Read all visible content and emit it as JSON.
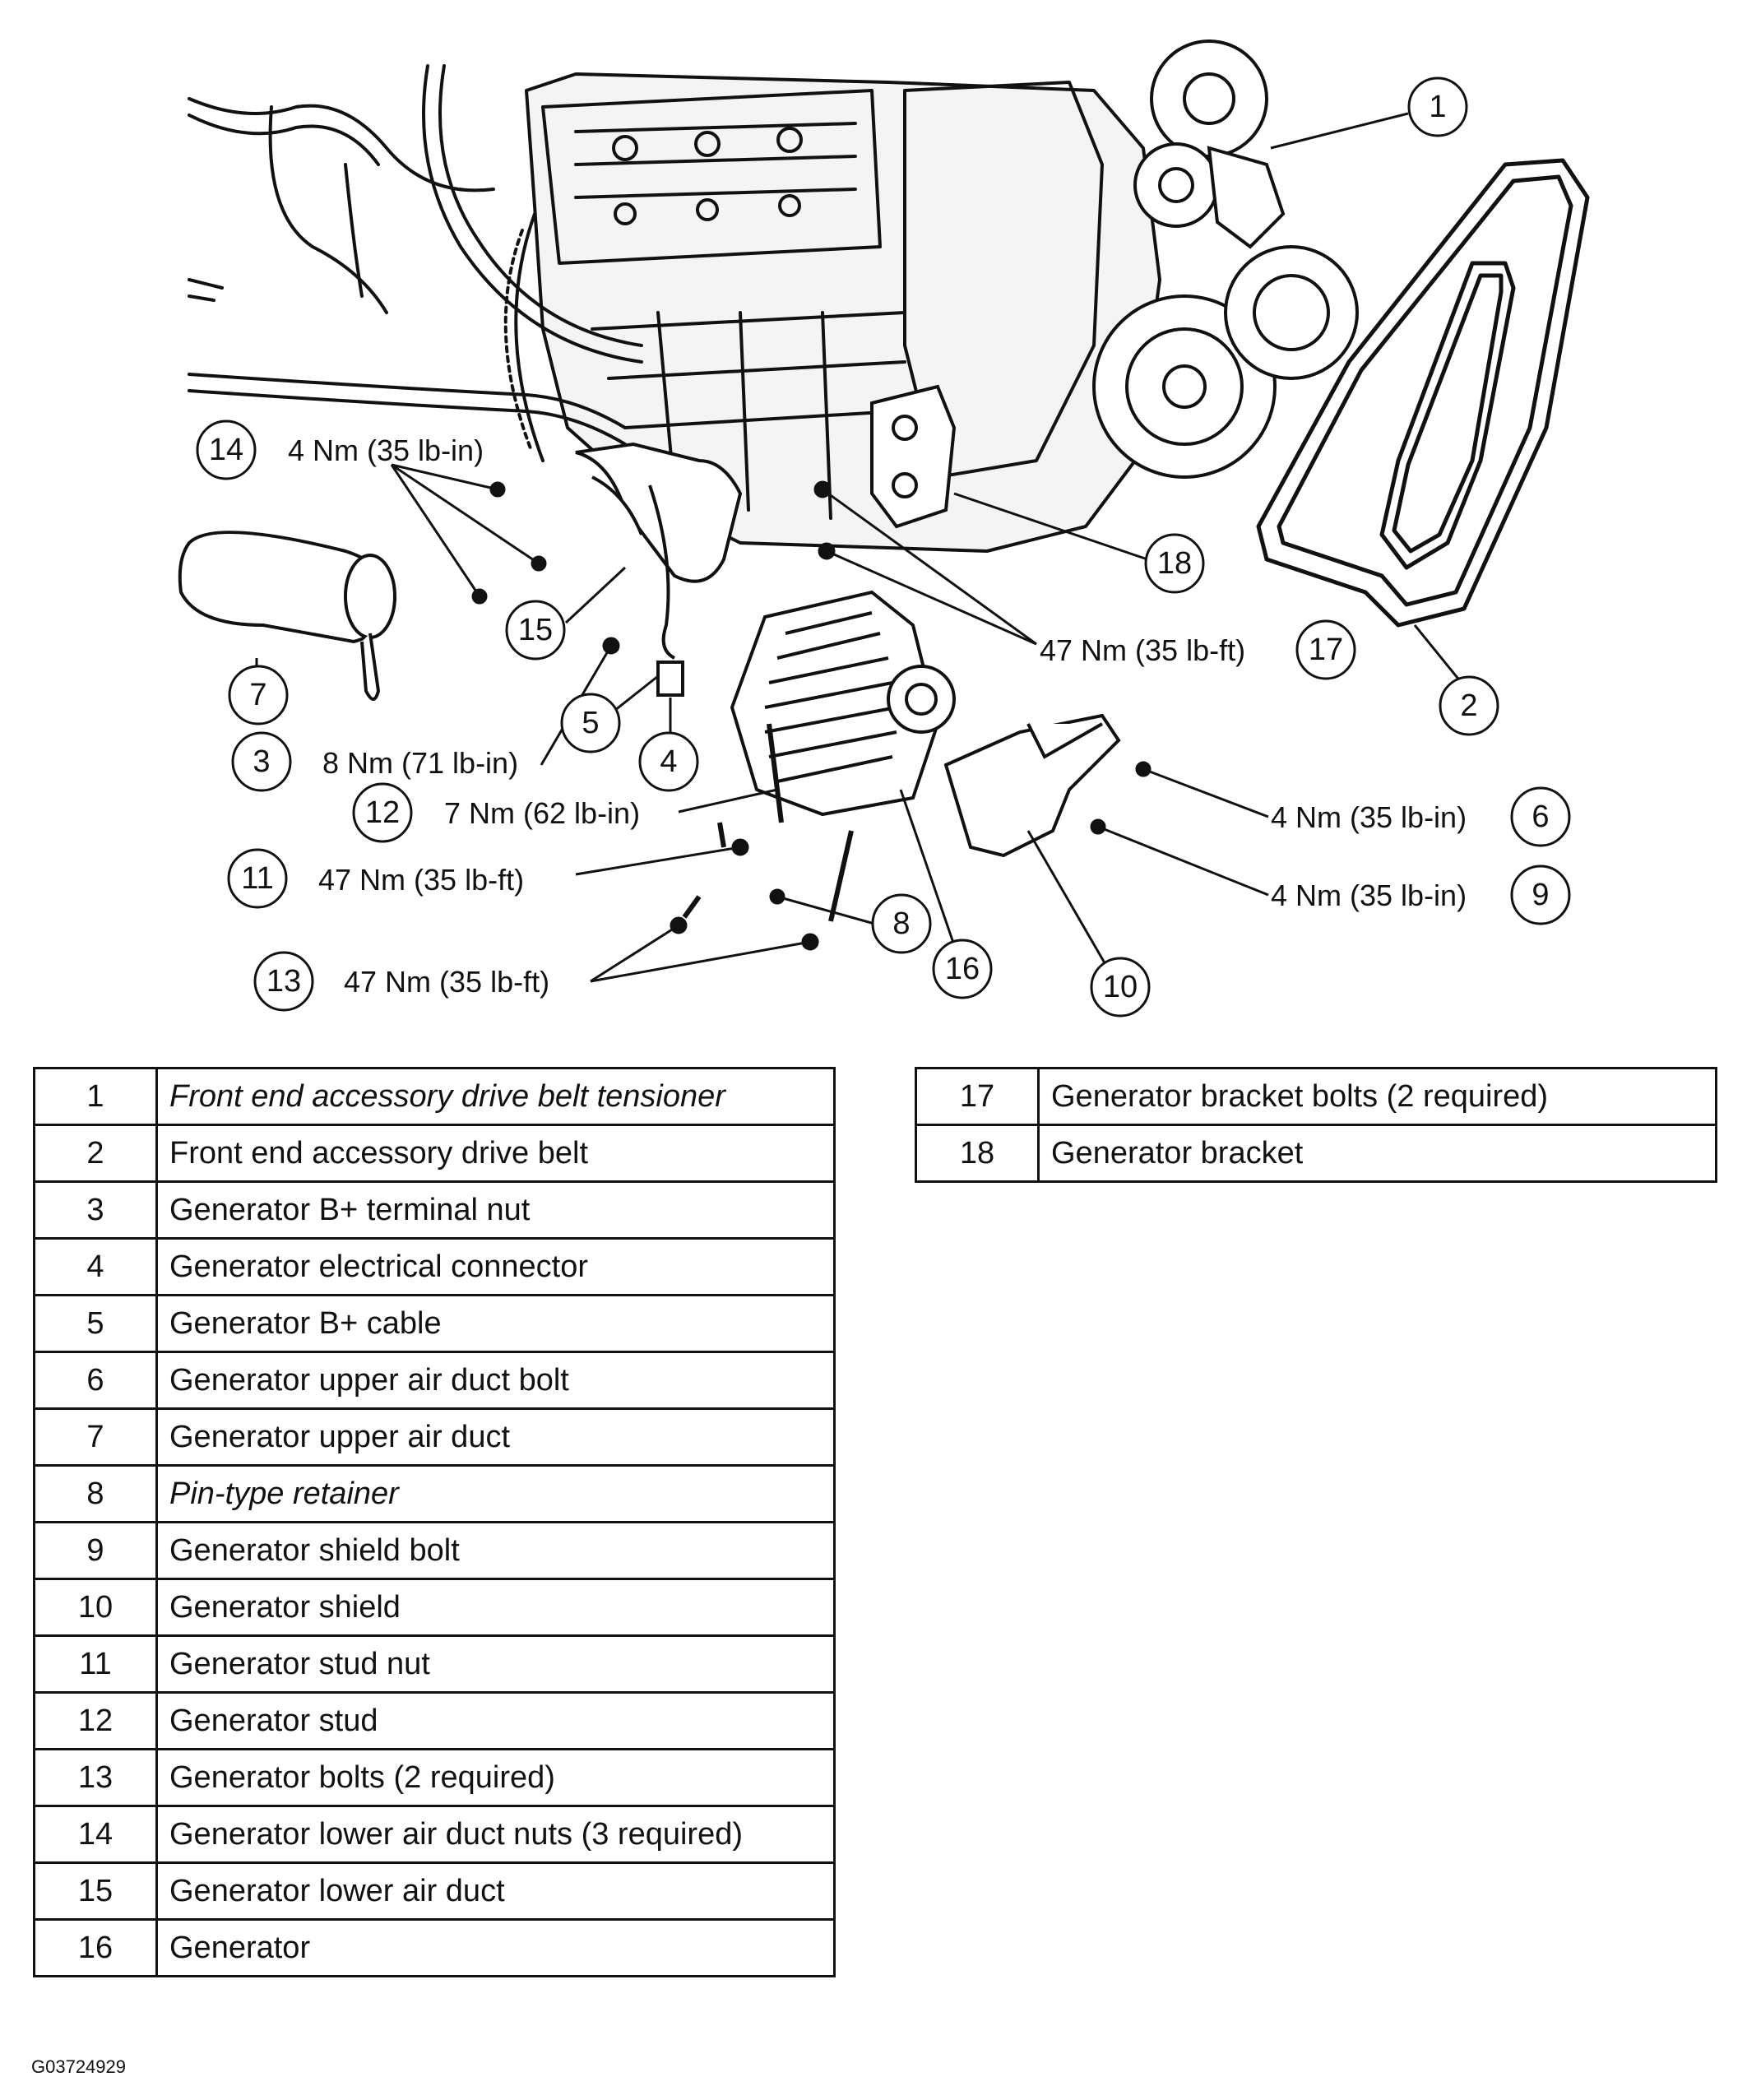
{
  "figure_id": "G03724929",
  "callouts": [
    {
      "num": "1",
      "torque": ""
    },
    {
      "num": "2",
      "torque": ""
    },
    {
      "num": "3",
      "torque": "8 Nm (71 lb-in)"
    },
    {
      "num": "4",
      "torque": ""
    },
    {
      "num": "5",
      "torque": ""
    },
    {
      "num": "6",
      "torque": "4 Nm (35 lb-in)"
    },
    {
      "num": "7",
      "torque": ""
    },
    {
      "num": "8",
      "torque": ""
    },
    {
      "num": "9",
      "torque": "4 Nm (35 lb-in)"
    },
    {
      "num": "10",
      "torque": ""
    },
    {
      "num": "11",
      "torque": "47 Nm (35 lb-ft)"
    },
    {
      "num": "12",
      "torque": "7 Nm (62 lb-in)"
    },
    {
      "num": "13",
      "torque": "47 Nm (35 lb-ft)"
    },
    {
      "num": "14",
      "torque": "4 Nm (35 lb-in)"
    },
    {
      "num": "15",
      "torque": ""
    },
    {
      "num": "16",
      "torque": ""
    },
    {
      "num": "17",
      "torque": "47 Nm (35 lb-ft)"
    },
    {
      "num": "18",
      "torque": ""
    }
  ],
  "parts_left": [
    {
      "num": "1",
      "desc": "Front end accessory drive belt tensioner"
    },
    {
      "num": "2",
      "desc": "Front end accessory drive belt"
    },
    {
      "num": "3",
      "desc": "Generator B+ terminal nut"
    },
    {
      "num": "4",
      "desc": "Generator electrical connector"
    },
    {
      "num": "5",
      "desc": "Generator B+ cable"
    },
    {
      "num": "6",
      "desc": "Generator upper air duct bolt"
    },
    {
      "num": "7",
      "desc": "Generator upper air duct"
    },
    {
      "num": "8",
      "desc": "Pin-type retainer"
    },
    {
      "num": "9",
      "desc": "Generator shield bolt"
    },
    {
      "num": "10",
      "desc": "Generator shield"
    },
    {
      "num": "11",
      "desc": "Generator stud nut"
    },
    {
      "num": "12",
      "desc": "Generator stud"
    },
    {
      "num": "13",
      "desc": "Generator bolts (2 required)"
    },
    {
      "num": "14",
      "desc": "Generator lower air duct nuts (3 required)"
    },
    {
      "num": "15",
      "desc": "Generator lower air duct"
    },
    {
      "num": "16",
      "desc": "Generator"
    }
  ],
  "parts_right": [
    {
      "num": "17",
      "desc": "Generator bracket bolts (2 required)"
    },
    {
      "num": "18",
      "desc": "Generator bracket"
    }
  ]
}
